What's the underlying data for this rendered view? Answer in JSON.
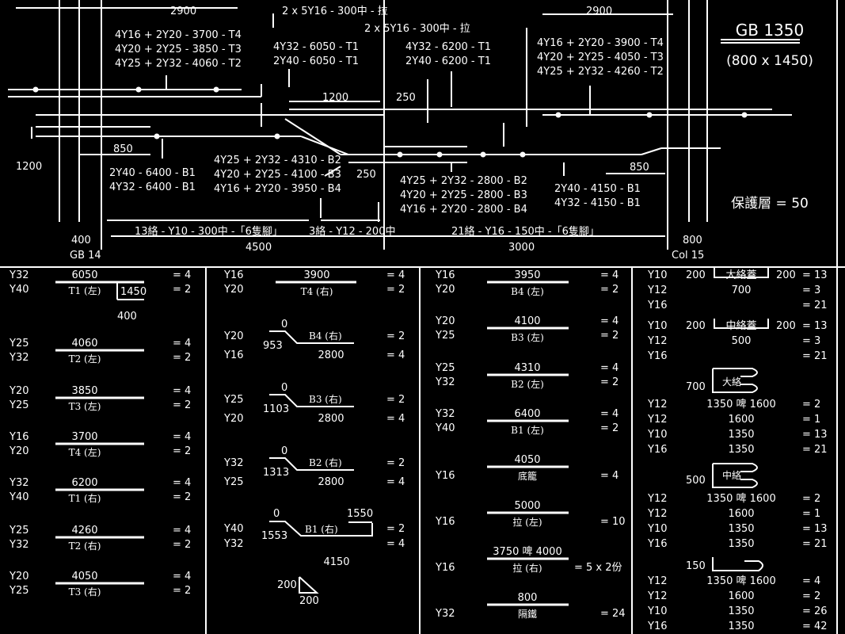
{
  "top": {
    "title": "GB 1350",
    "subtitle": "(800 x 1450)",
    "cover": "保護層 = 50",
    "dims": {
      "d2900a": "2900",
      "d2900b": "2900",
      "d1200v": "1200",
      "d1200h": "1200",
      "d250a": "250",
      "d250b": "250",
      "d850a": "850",
      "d850b": "850",
      "d400": "400",
      "d800": "800",
      "d4500": "4500",
      "d3000": "3000"
    },
    "gb14": "GB 14",
    "col15": "Col 15",
    "lbl_2x5y16_a": "2 x 5Y16 - 300中 - 拉",
    "lbl_2x5y16_b": "2 x 5Y16 - 300中 - 拉",
    "top_left": [
      "4Y16 + 2Y20 - 3700 - T4",
      "4Y20 + 2Y25 - 3850 - T3",
      "4Y25 + 2Y32 - 4060 - T2"
    ],
    "top_mid1": [
      "4Y32 - 6050 - T1",
      "2Y40 - 6050 - T1"
    ],
    "top_mid2": [
      "4Y32 - 6200 - T1",
      "2Y40 - 6200 - T1"
    ],
    "top_right": [
      "4Y16 + 2Y20 - 3900 - T4",
      "4Y20 + 2Y25 - 4050 - T3",
      "4Y25 + 2Y32 - 4260 - T2"
    ],
    "bot_left": [
      "2Y40 - 6400 - B1",
      "4Y32 - 6400 - B1"
    ],
    "bot_mid": [
      "4Y25 + 2Y32 - 4310 - B2",
      "4Y20 + 2Y25 - 4100 - B3",
      "4Y16 + 2Y20 - 3950 - B4"
    ],
    "bot_mid2": [
      "4Y25 + 2Y32 - 2800 - B2",
      "4Y20 + 2Y25 - 2800 - B3",
      "4Y16 + 2Y20 - 2800 - B4"
    ],
    "bot_right": [
      "2Y40 - 4150 - B1",
      "4Y32 - 4150 - B1"
    ],
    "links_a": "13絡 - Y10 - 300中 -「6隻腳」",
    "links_b": "3絡 - Y12 - 200中",
    "links_c": "21絡 - Y16 - 150中 -「6隻腳」"
  },
  "col1": [
    {
      "bars": [
        "Y32",
        "Y40"
      ],
      "len": "6050",
      "tag": "T1 (左)",
      "eqs": [
        "= 4",
        "= 2"
      ],
      "extra": [
        "1450",
        "400"
      ]
    },
    {
      "bars": [
        "Y25",
        "Y32"
      ],
      "len": "4060",
      "tag": "T2 (左)",
      "eqs": [
        "= 4",
        "= 2"
      ]
    },
    {
      "bars": [
        "Y20",
        "Y25"
      ],
      "len": "3850",
      "tag": "T3 (左)",
      "eqs": [
        "= 4",
        "= 2"
      ]
    },
    {
      "bars": [
        "Y16",
        "Y20"
      ],
      "len": "3700",
      "tag": "T4 (左)",
      "eqs": [
        "= 4",
        "= 2"
      ]
    },
    {
      "bars": [
        "Y32",
        "Y40"
      ],
      "len": "6200",
      "tag": "T1 (右)",
      "eqs": [
        "= 4",
        "= 2"
      ]
    },
    {
      "bars": [
        "Y25",
        "Y32"
      ],
      "len": "4260",
      "tag": "T2 (右)",
      "eqs": [
        "= 4",
        "= 2"
      ]
    },
    {
      "bars": [
        "Y20",
        "Y25"
      ],
      "len": "4050",
      "tag": "T3 (右)",
      "eqs": [
        "= 4",
        "= 2"
      ]
    }
  ],
  "col2": [
    {
      "bars": [
        "Y16",
        "Y20"
      ],
      "len": "3900",
      "tag": "T4 (右)",
      "eqs": [
        "= 4",
        "= 2"
      ]
    },
    {
      "bars": [
        "Y20",
        "Y16"
      ],
      "tag": "B4 (右)",
      "a": "0",
      "b": "953",
      "len": "2800",
      "eqs": [
        "= 2",
        "= 4"
      ]
    },
    {
      "bars": [
        "Y25",
        "Y20"
      ],
      "tag": "B3 (右)",
      "a": "0",
      "b": "1103",
      "len": "2800",
      "eqs": [
        "= 2",
        "= 4"
      ]
    },
    {
      "bars": [
        "Y32",
        "Y25"
      ],
      "tag": "B2 (右)",
      "a": "0",
      "b": "1313",
      "len": "2800",
      "eqs": [
        "= 2",
        "= 4"
      ]
    },
    {
      "bars": [
        "Y40",
        "Y32"
      ],
      "tag": "B1 (右)",
      "a": "0",
      "b": "1553",
      "c": "1550",
      "len": "4150",
      "eqs": [
        "= 2",
        "= 4"
      ]
    },
    {
      "tri_a": "200",
      "tri_b": "200"
    }
  ],
  "col3": [
    {
      "bars": [
        "Y16",
        "Y20"
      ],
      "len": "3950",
      "tag": "B4 (左)",
      "eqs": [
        "= 4",
        "= 2"
      ]
    },
    {
      "bars": [
        "Y20",
        "Y25"
      ],
      "len": "4100",
      "tag": "B3 (左)",
      "eqs": [
        "= 4",
        "= 2"
      ]
    },
    {
      "bars": [
        "Y25",
        "Y32"
      ],
      "len": "4310",
      "tag": "B2 (左)",
      "eqs": [
        "= 4",
        "= 2"
      ]
    },
    {
      "bars": [
        "Y32",
        "Y40"
      ],
      "len": "6400",
      "tag": "B1 (左)",
      "eqs": [
        "= 4",
        "= 2"
      ]
    },
    {
      "bars": [
        "Y16"
      ],
      "len": "4050",
      "tag": "底籠",
      "eqs": [
        "= 4"
      ]
    },
    {
      "bars": [
        "Y16"
      ],
      "len": "5000",
      "tag": "拉 (左)",
      "eqs": [
        "= 10"
      ]
    },
    {
      "bars": [
        "Y16"
      ],
      "len": "3750 啤 4000",
      "tag": "拉 (右)",
      "eqs": [
        "= 5 x 2份"
      ]
    },
    {
      "bars": [
        "Y32"
      ],
      "len": "800",
      "tag": "隔鐵",
      "eqs": [
        "= 24"
      ]
    }
  ],
  "col4": {
    "g1": {
      "rows": [
        [
          "Y10",
          "200",
          "大絡蓋",
          "200",
          "= 13"
        ],
        [
          "Y12",
          "",
          "700",
          "",
          "= 3"
        ],
        [
          "Y16",
          "",
          "",
          "",
          "= 21"
        ]
      ]
    },
    "g2": {
      "rows": [
        [
          "Y10",
          "200",
          "中絡蓋",
          "200",
          "= 13"
        ],
        [
          "Y12",
          "",
          "500",
          "",
          "= 3"
        ],
        [
          "Y16",
          "",
          "",
          "",
          "= 21"
        ]
      ]
    },
    "g3": {
      "w": "700",
      "name": "大絡",
      "rows": [
        [
          "Y12",
          "1350 啤 1600",
          "= 2"
        ],
        [
          "Y12",
          "1600",
          "= 1"
        ],
        [
          "Y10",
          "1350",
          "= 13"
        ],
        [
          "Y16",
          "1350",
          "= 21"
        ]
      ]
    },
    "g4": {
      "w": "500",
      "name": "中絡",
      "rows": [
        [
          "Y12",
          "1350 啤 1600",
          "= 2"
        ],
        [
          "Y12",
          "1600",
          "= 1"
        ],
        [
          "Y10",
          "1350",
          "= 13"
        ],
        [
          "Y16",
          "1350",
          "= 21"
        ]
      ]
    },
    "g5": {
      "w": "150",
      "rows": [
        [
          "Y12",
          "1350 啤 1600",
          "= 4"
        ],
        [
          "Y12",
          "1600",
          "= 2"
        ],
        [
          "Y10",
          "1350",
          "= 26"
        ],
        [
          "Y16",
          "1350",
          "= 42"
        ]
      ]
    }
  }
}
